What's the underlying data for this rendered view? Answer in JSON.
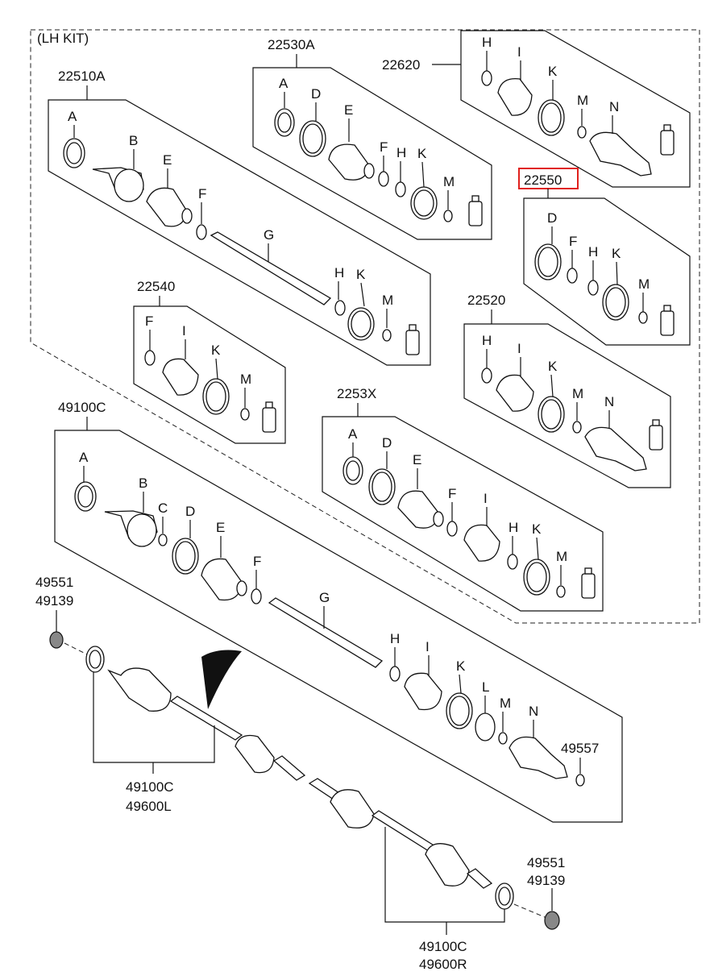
{
  "kit_label": "(LH KIT)",
  "groups": [
    {
      "part_no": "22510A",
      "letters": [
        "A",
        "B",
        "E",
        "F",
        "G",
        "H",
        "K",
        "M"
      ]
    },
    {
      "part_no": "22530A",
      "letters": [
        "A",
        "D",
        "E",
        "F",
        "H",
        "K",
        "M"
      ]
    },
    {
      "part_no": "22620",
      "letters": [
        "H",
        "I",
        "K",
        "M",
        "N"
      ]
    },
    {
      "part_no": "22550",
      "highlighted": true,
      "letters": [
        "D",
        "F",
        "H",
        "K",
        "M"
      ]
    },
    {
      "part_no": "22540",
      "letters": [
        "F",
        "I",
        "K",
        "M"
      ]
    },
    {
      "part_no": "22520",
      "letters": [
        "H",
        "I",
        "K",
        "M",
        "N"
      ]
    },
    {
      "part_no": "2253X",
      "letters": [
        "A",
        "D",
        "E",
        "F",
        "I",
        "H",
        "K",
        "M"
      ]
    },
    {
      "part_no": "49100C",
      "letters": [
        "A",
        "B",
        "C",
        "D",
        "E",
        "F",
        "G",
        "H",
        "I",
        "K",
        "L",
        "M",
        "N"
      ]
    }
  ],
  "callouts": {
    "nut_left": [
      "49551",
      "49139"
    ],
    "nut_right": [
      "49551",
      "49139"
    ],
    "ring": "49557",
    "assy_left": [
      "49100C",
      "49600L"
    ],
    "assy_right": [
      "49100C",
      "49600R"
    ]
  },
  "colors": {
    "highlight": "#e0201c",
    "line": "#111111"
  }
}
